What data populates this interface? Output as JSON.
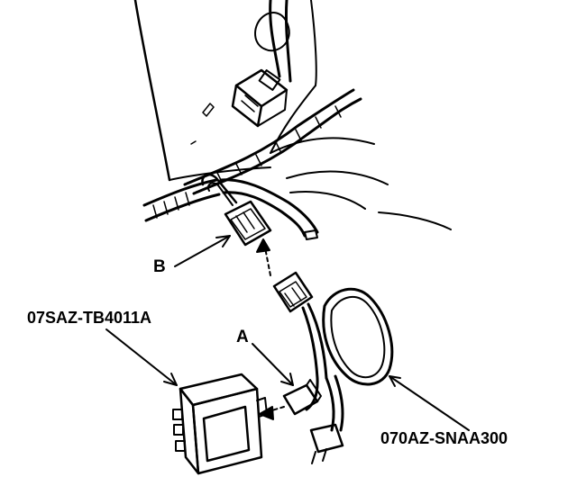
{
  "labels": {
    "b": "B",
    "a": "A",
    "tester_part_number": "07SAZ-TB4011A",
    "harness_part_number": "070AZ-SNAA300"
  },
  "colors": {
    "ink": "#000000",
    "paper": "#ffffff"
  }
}
